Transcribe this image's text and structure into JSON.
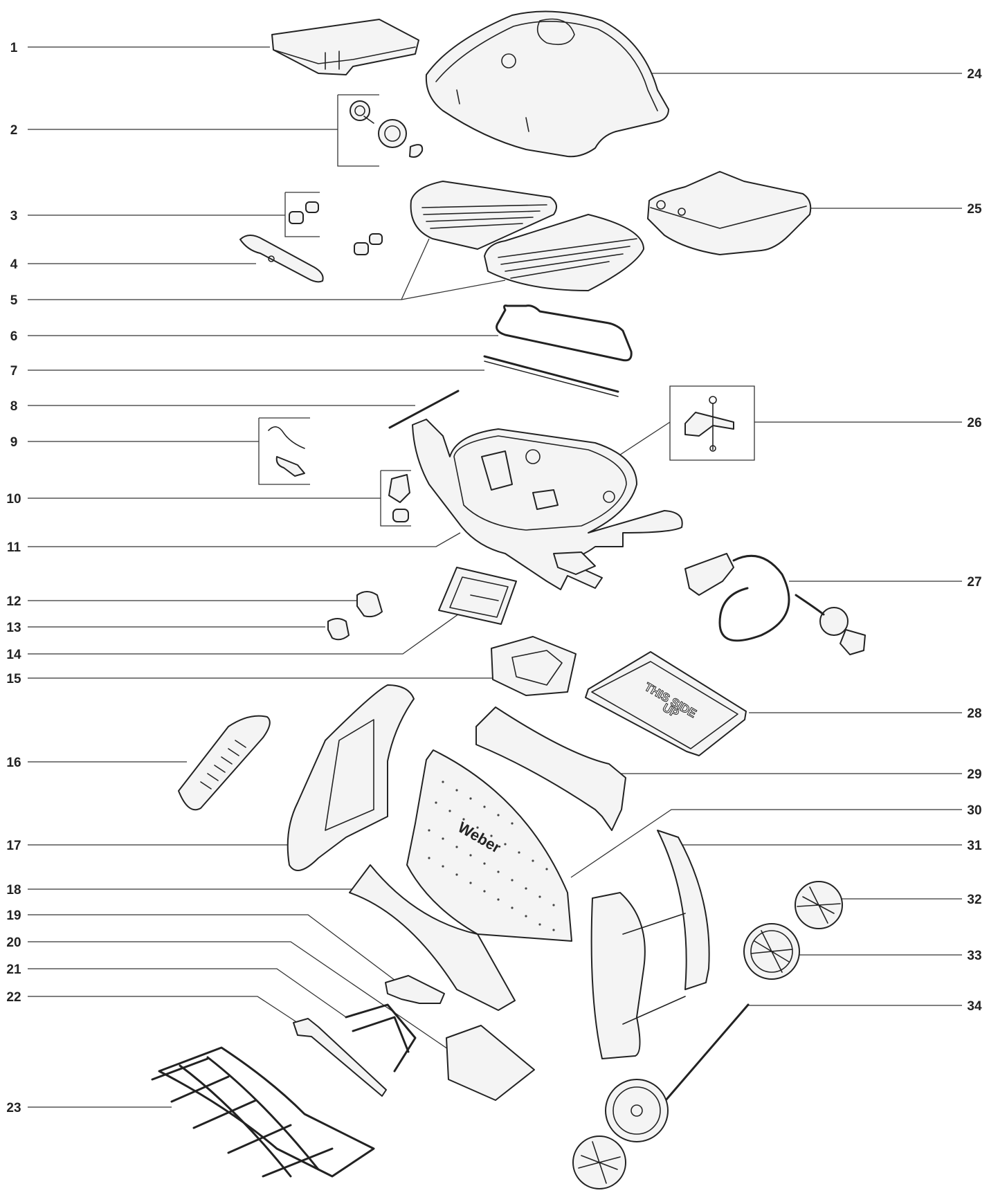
{
  "callouts": [
    "1",
    "2",
    "3",
    "4",
    "5",
    "6",
    "7",
    "8",
    "9",
    "10",
    "11",
    "12",
    "13",
    "14",
    "15",
    "16",
    "17",
    "18",
    "19",
    "20",
    "21",
    "22",
    "23",
    "24",
    "25",
    "26",
    "27",
    "28",
    "29",
    "30",
    "31",
    "32",
    "33",
    "34"
  ],
  "plate_text": {
    "line1": "THIS SIDE",
    "line2": "UP"
  },
  "brand": "Weber"
}
